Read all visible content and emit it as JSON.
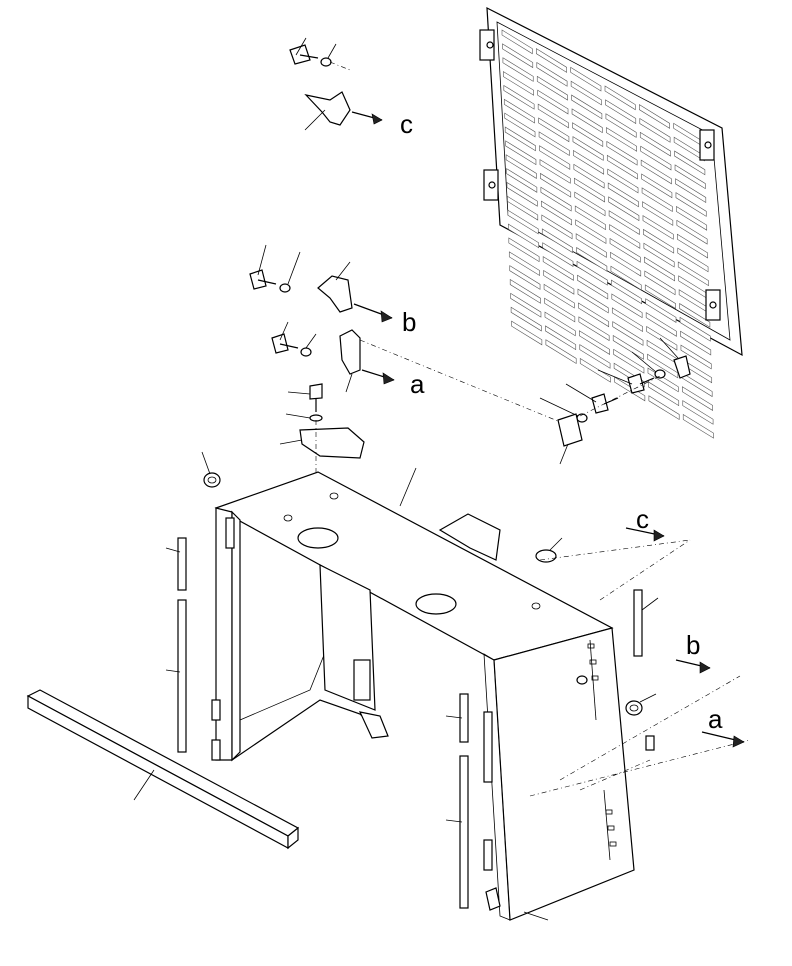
{
  "diagram": {
    "connection_labels": {
      "c_upper": "c",
      "b_upper": "b",
      "a_upper": "a",
      "c_lower": "c",
      "b_lower": "b",
      "a_lower": "a"
    }
  }
}
